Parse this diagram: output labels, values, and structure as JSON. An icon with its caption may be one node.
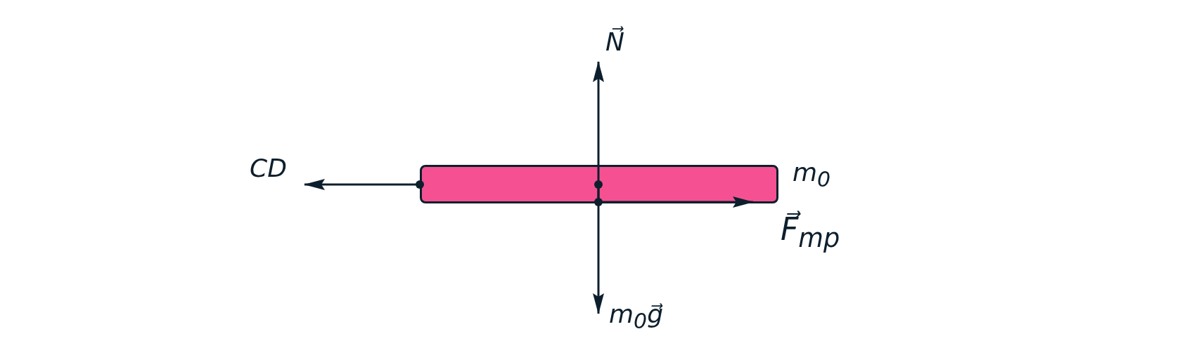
{
  "diagram": {
    "nodes": [
      {
        "text": [],
        "shape": "bar",
        "beside": [
          "m$_{0}$"
        ]
      }
    ],
    "edges": [],
    "labels": [
      "N⃗",
      "CD",
      "F⃗$_{mp}$",
      "m$_{0}$g⃗"
    ]
  }
}
